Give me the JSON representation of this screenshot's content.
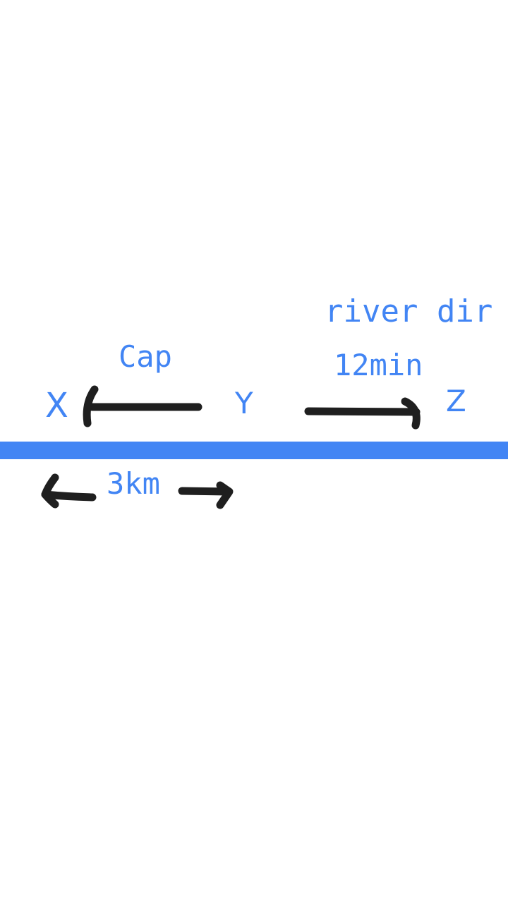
{
  "labels": {
    "river": "river dir",
    "cap": "Cap",
    "time": "12min",
    "x": "X",
    "y": "Y",
    "z": "Z",
    "distance": "3km"
  },
  "colors": {
    "river": "#4285f4",
    "text": "#4285f4",
    "arrow": "#1f1f1f",
    "background": "#ffffff"
  }
}
